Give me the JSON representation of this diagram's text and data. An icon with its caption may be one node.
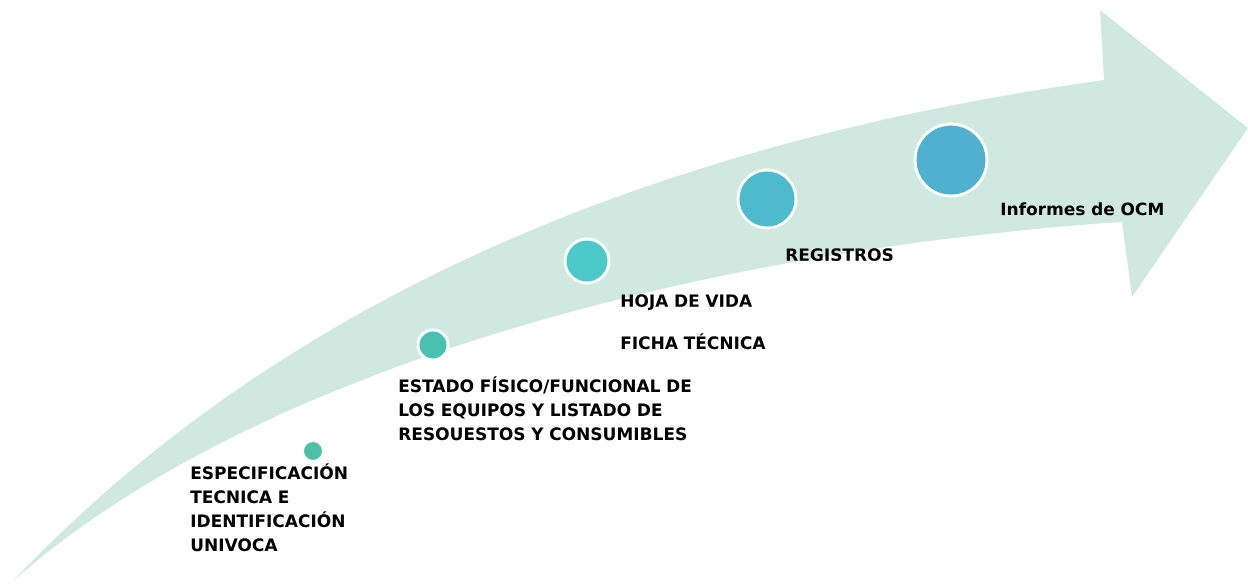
{
  "diagram": {
    "nodes": [
      {
        "text": [],
        "shape": "circle",
        "beside": [
          "ESPECIFICACIÓN TECNICA E IDENTIFICACIÓN UNIVOCA"
        ]
      },
      {
        "text": [],
        "shape": "circle",
        "beside": [
          "ESTADO FÍSICO/FUNCIONAL DE LOS EQUIPOS Y LISTADO DE RESOUESTOS Y CONSUMIBLES"
        ]
      },
      {
        "text": [],
        "shape": "circle",
        "beside": [
          "HOJA DE VIDA",
          "FICHA TÉCNICA"
        ]
      },
      {
        "text": [],
        "shape": "circle",
        "beside": [
          "REGISTROS"
        ]
      },
      {
        "text": [],
        "shape": "circle",
        "beside": [
          "Informes de OCM"
        ]
      }
    ]
  }
}
